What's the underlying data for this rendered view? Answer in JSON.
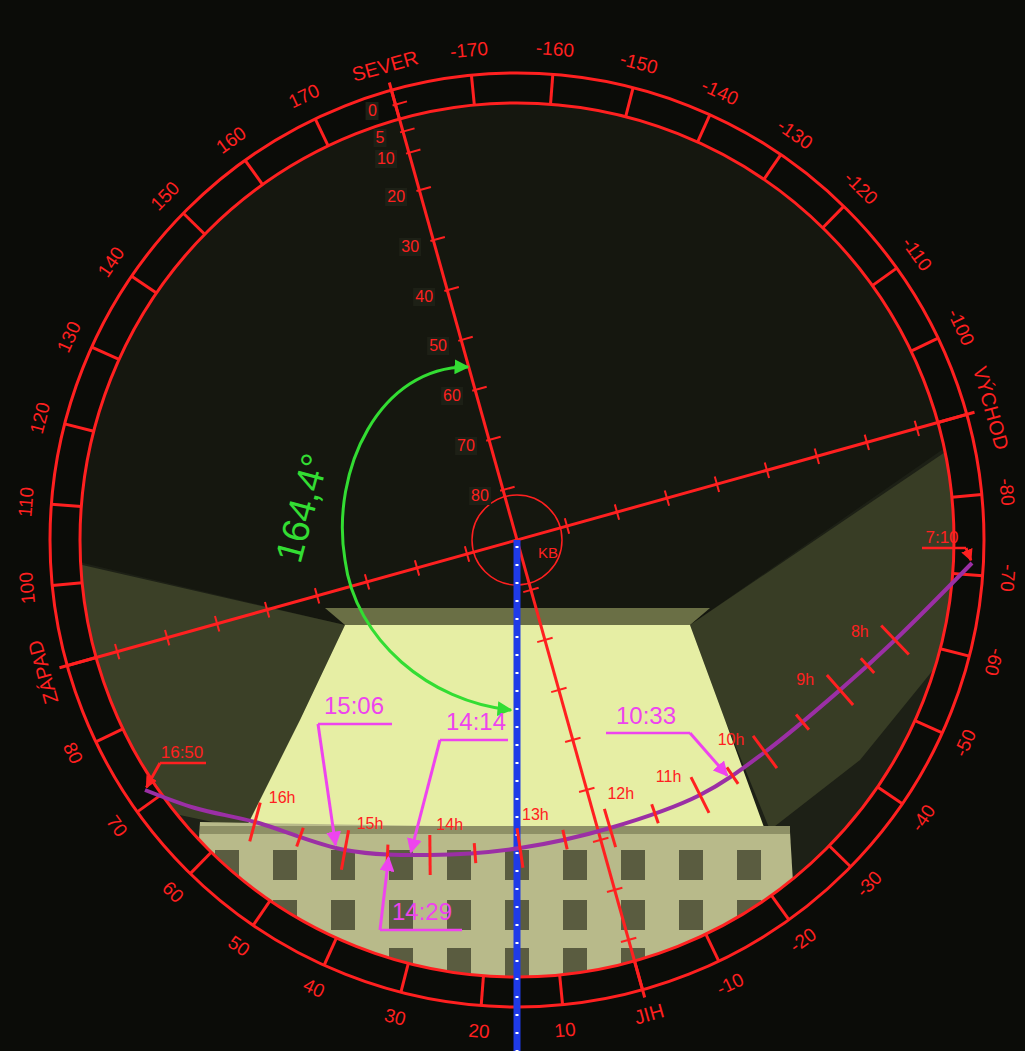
{
  "diagram": {
    "labels": [
      "SEVER",
      "-170",
      "-160",
      "-150",
      "-140",
      "-130",
      "-120",
      "-110",
      "-100",
      "VÝCHOD",
      "-80",
      "-70",
      "-60",
      "-50",
      "-40",
      "-30",
      "-20",
      "-10",
      "JIH",
      "10",
      "20",
      "30",
      "40",
      "50",
      "60",
      "70",
      "80",
      "ZÁPAD",
      "100",
      "110",
      "120",
      "130",
      "140",
      "150",
      "160",
      "170",
      "0",
      "5",
      "10",
      "20",
      "30",
      "40",
      "50",
      "60",
      "70",
      "80",
      "KB",
      "8h",
      "9h",
      "10h",
      "11h",
      "12h",
      "13h",
      "14h",
      "15h",
      "16h",
      "7:10",
      "16:50",
      "10:33",
      "14:14",
      "15:06",
      "14:29",
      "164,4°"
    ]
  }
}
